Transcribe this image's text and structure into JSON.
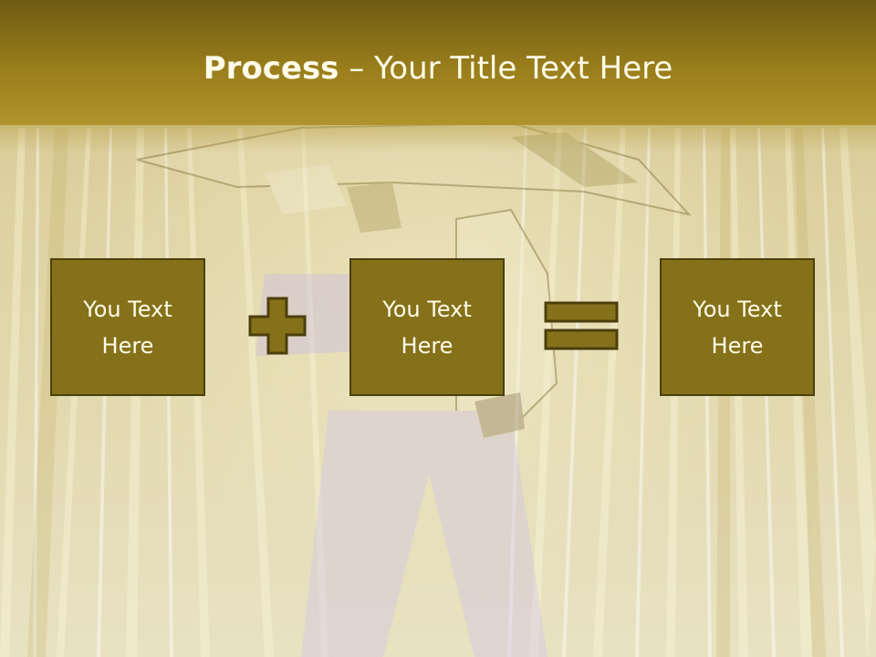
{
  "slide": {
    "title_bold": "Process",
    "title_rest": " – Your Title Text Here"
  },
  "process": {
    "boxes": [
      {
        "label": "You Text Here"
      },
      {
        "label": "You Text Here"
      },
      {
        "label": "You Text Here"
      }
    ],
    "operators": [
      "plus-icon",
      "equals-icon"
    ]
  },
  "colors": {
    "header": "#9a7e1c",
    "box_fill": "#85711a",
    "box_border": "#4c3f0c",
    "text": "#fffbe8"
  }
}
